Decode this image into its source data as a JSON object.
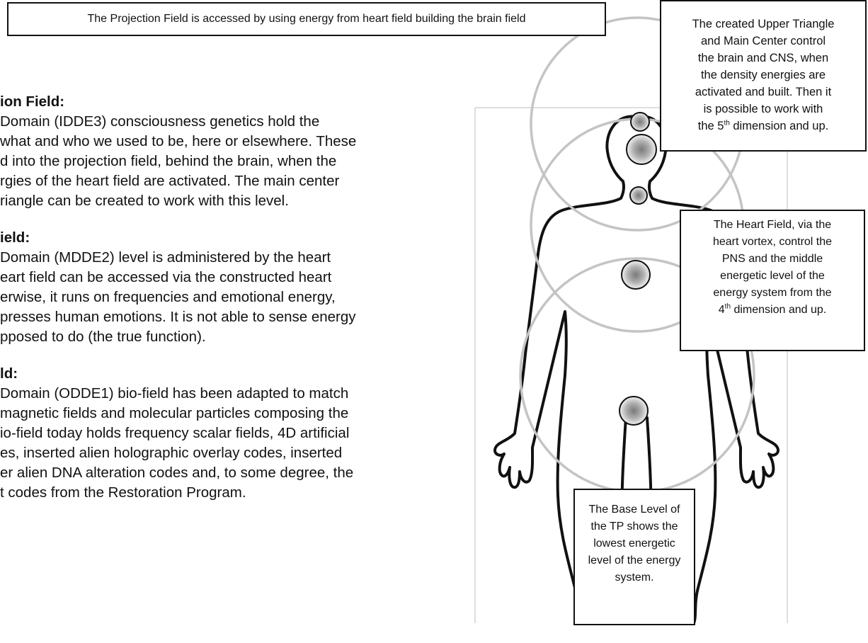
{
  "top_caption": "The Projection Field is accessed by using energy from heart field building the brain field",
  "sections": [
    {
      "heading": "ion Field:",
      "lines": [
        " Domain (IDDE3) consciousness genetics hold the",
        "what and who we used to be, here or elsewhere. These",
        "d into the projection field, behind the brain, when the",
        "rgies of the heart field are activated. The main center",
        "riangle can be created to work with this level."
      ]
    },
    {
      "heading": "ield:",
      "lines": [
        " Domain (MDDE2) level is administered by the heart",
        "eart field can be accessed via the constructed heart",
        "erwise, it runs on frequencies and emotional energy,",
        "presses human emotions. It is not able to sense energy",
        "pposed to do (the true function)."
      ]
    },
    {
      "heading": "ld:",
      "lines": [
        "Domain (ODDE1) bio-field has been adapted to match",
        "magnetic fields and molecular particles composing the",
        "io-field today holds frequency scalar fields, 4D artificial",
        "es, inserted alien holographic overlay codes, inserted",
        "er alien DNA alteration codes and, to some degree, the",
        "t codes from the Restoration Program."
      ]
    }
  ],
  "boxes": {
    "upper": {
      "lines": [
        "The created Upper Triangle",
        "and Main Center control",
        "the brain and CNS, when",
        "the density energies are",
        "activated and built. Then it",
        "is possible to work with"
      ],
      "last_pre": "the 5",
      "last_sup": "th",
      "last_post": " dimension and up."
    },
    "heart": {
      "lines": [
        "The Heart Field, via the",
        "heart vortex, control the",
        "PNS and the middle",
        "energetic level of the",
        "energy system from the"
      ],
      "last_pre": "4",
      "last_sup": "th",
      "last_post": " dimension and up."
    },
    "base": {
      "lines": [
        "The Base Level of",
        "the TP shows the",
        "lowest energetic",
        "level of the energy",
        "system."
      ]
    }
  },
  "colors": {
    "field_circle": "#c4c4c4",
    "outline": "#111111",
    "vortex_center": "#7a7a7a"
  }
}
